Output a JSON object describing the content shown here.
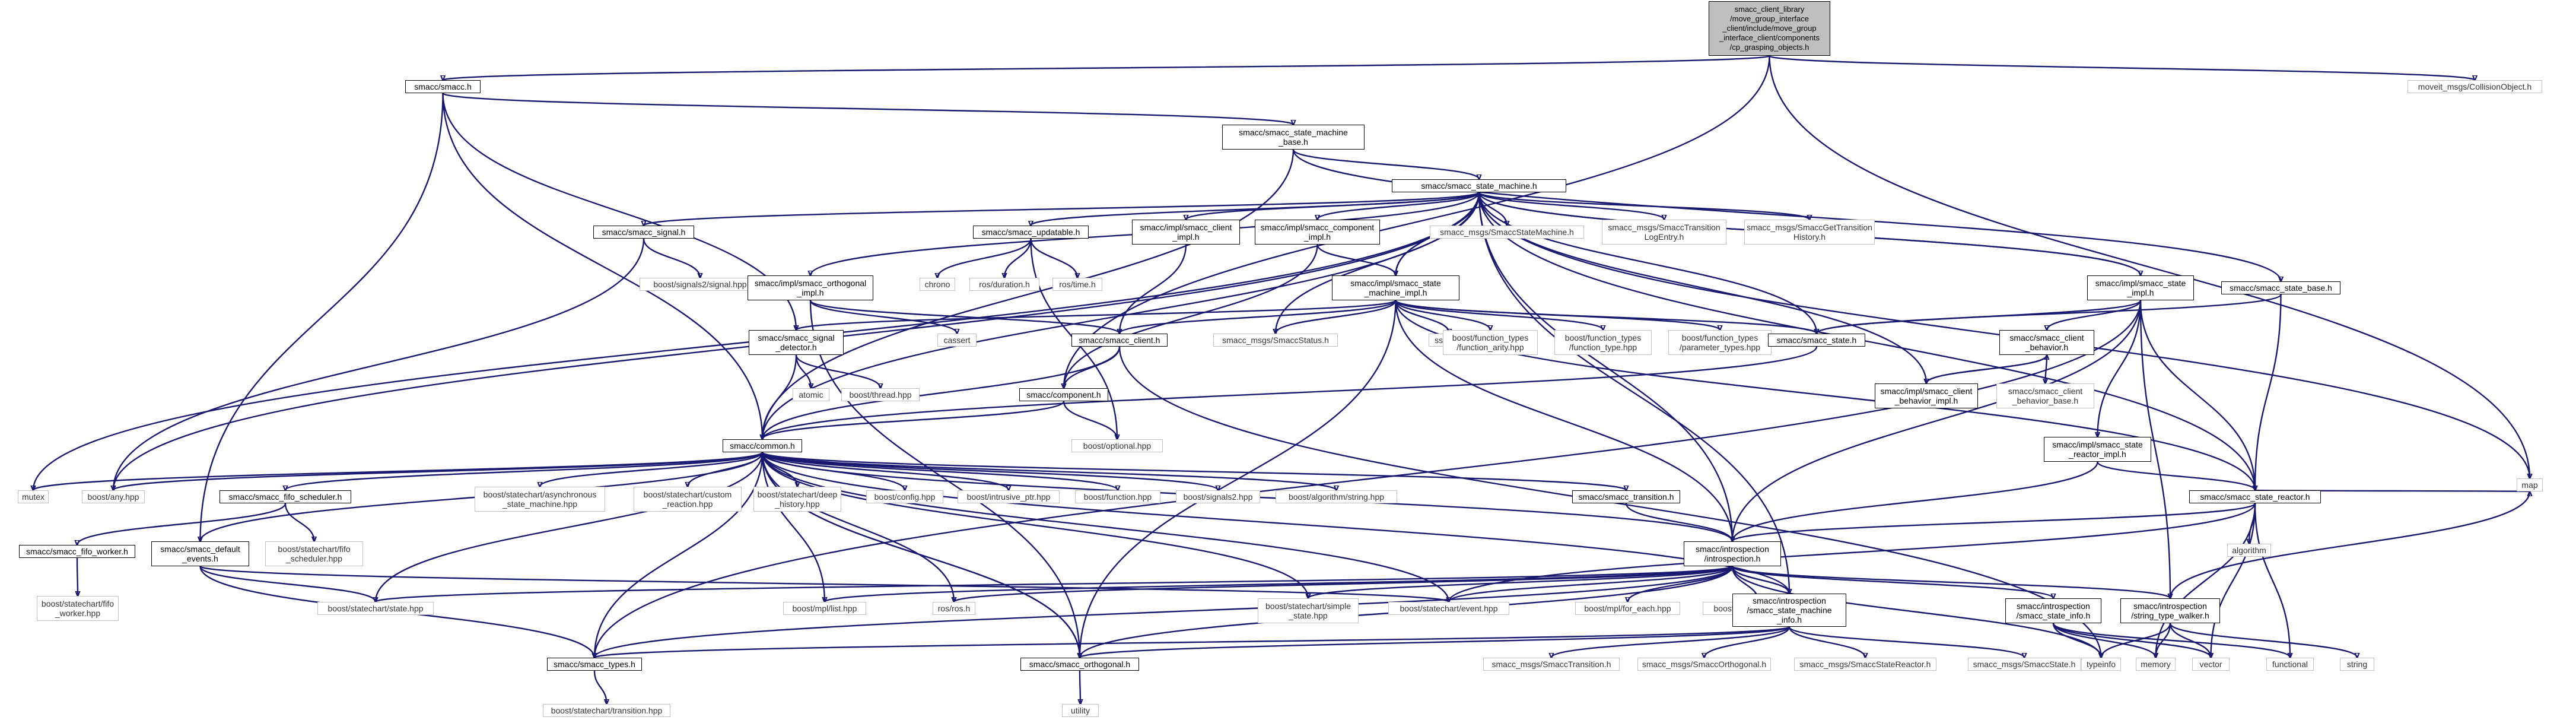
{
  "graph": {
    "colors": {
      "edge": "#191970",
      "node_border": "#000000",
      "external_border": "#bfbfbf",
      "root_fill": "#bfbfbf"
    },
    "nodes": [
      {
        "id": "root",
        "label": "smacc_client_library\n/move_group_interface\n_client/include/move_group\n_interface_client/components\n/cp_grasping_objects.h",
        "kind": "root"
      },
      {
        "id": "smacc",
        "label": "smacc/smacc.h",
        "kind": "doc"
      },
      {
        "id": "moveit",
        "label": "moveit_msgs/CollisionObject.h",
        "kind": "ext"
      },
      {
        "id": "map",
        "label": "map",
        "kind": "ext"
      },
      {
        "id": "smbase",
        "label": "smacc/smacc_state_machine\n_base.h",
        "kind": "doc"
      },
      {
        "id": "sm",
        "label": "smacc/smacc_state_machine.h",
        "kind": "doc"
      },
      {
        "id": "signal",
        "label": "smacc/smacc_signal.h",
        "kind": "doc"
      },
      {
        "id": "updatable",
        "label": "smacc/smacc_updatable.h",
        "kind": "doc"
      },
      {
        "id": "clientimpl",
        "label": "smacc/impl/smacc_client\n_impl.h",
        "kind": "doc"
      },
      {
        "id": "compimpl",
        "label": "smacc/impl/smacc_component\n_impl.h",
        "kind": "doc"
      },
      {
        "id": "smmsg",
        "label": "smacc_msgs/SmaccStateMachine.h",
        "kind": "ext"
      },
      {
        "id": "translog",
        "label": "smacc_msgs/SmaccTransition\nLogEntry.h",
        "kind": "ext"
      },
      {
        "id": "gethist",
        "label": "smacc_msgs/SmaccGetTransition\nHistory.h",
        "kind": "ext"
      },
      {
        "id": "bsig2",
        "label": "boost/signals2/signal.hpp",
        "kind": "ext"
      },
      {
        "id": "chrono",
        "label": "chrono",
        "kind": "ext"
      },
      {
        "id": "rosdur",
        "label": "ros/duration.h",
        "kind": "ext"
      },
      {
        "id": "rostime",
        "label": "ros/time.h",
        "kind": "ext"
      },
      {
        "id": "orthimpl",
        "label": "smacc/impl/smacc_orthogonal\n_impl.h",
        "kind": "doc"
      },
      {
        "id": "smimpl",
        "label": "smacc/impl/smacc_state\n_machine_impl.h",
        "kind": "doc"
      },
      {
        "id": "stimpl",
        "label": "smacc/impl/smacc_state\n_impl.h",
        "kind": "doc"
      },
      {
        "id": "stbase",
        "label": "smacc/smacc_state_base.h",
        "kind": "doc"
      },
      {
        "id": "cassert",
        "label": "cassert",
        "kind": "ext"
      },
      {
        "id": "sigdet",
        "label": "smacc/smacc_signal\n_detector.h",
        "kind": "doc"
      },
      {
        "id": "client",
        "label": "smacc/smacc_client.h",
        "kind": "doc"
      },
      {
        "id": "status",
        "label": "smacc_msgs/SmaccStatus.h",
        "kind": "ext"
      },
      {
        "id": "sstream",
        "label": "sstream",
        "kind": "ext"
      },
      {
        "id": "farity",
        "label": "boost/function_types\n/function_arity.hpp",
        "kind": "ext"
      },
      {
        "id": "ftype",
        "label": "boost/function_types\n/function_type.hpp",
        "kind": "ext"
      },
      {
        "id": "ptypes",
        "label": "boost/function_types\n/parameter_types.hpp",
        "kind": "ext"
      },
      {
        "id": "state",
        "label": "smacc/smacc_state.h",
        "kind": "doc"
      },
      {
        "id": "cbehavior",
        "label": "smacc/smacc_client\n_behavior.h",
        "kind": "doc"
      },
      {
        "id": "atomic",
        "label": "atomic",
        "kind": "ext"
      },
      {
        "id": "bthread",
        "label": "boost/thread.hpp",
        "kind": "ext"
      },
      {
        "id": "component",
        "label": "smacc/component.h",
        "kind": "doc"
      },
      {
        "id": "cbimpl",
        "label": "smacc/impl/smacc_client\n_behavior_impl.h",
        "kind": "doc"
      },
      {
        "id": "cbbase",
        "label": "smacc/smacc_client\n_behavior_base.h",
        "kind": "ext"
      },
      {
        "id": "boptional",
        "label": "boost/optional.hpp",
        "kind": "ext"
      },
      {
        "id": "common",
        "label": "smacc/common.h",
        "kind": "doc"
      },
      {
        "id": "srimpl",
        "label": "smacc/impl/smacc_state\n_reactor_impl.h",
        "kind": "doc"
      },
      {
        "id": "mutex",
        "label": "mutex",
        "kind": "ext"
      },
      {
        "id": "bany",
        "label": "boost/any.hpp",
        "kind": "ext"
      },
      {
        "id": "fifosched",
        "label": "smacc/smacc_fifo_scheduler.h",
        "kind": "doc"
      },
      {
        "id": "bsasync",
        "label": "boost/statechart/asynchronous\n_state_machine.hpp",
        "kind": "ext"
      },
      {
        "id": "bscustom",
        "label": "boost/statechart/custom\n_reaction.hpp",
        "kind": "ext"
      },
      {
        "id": "bsdeep",
        "label": "boost/statechart/deep\n_history.hpp",
        "kind": "ext"
      },
      {
        "id": "bconfig",
        "label": "boost/config.hpp",
        "kind": "ext"
      },
      {
        "id": "bintr",
        "label": "boost/intrusive_ptr.hpp",
        "kind": "ext"
      },
      {
        "id": "bfunc",
        "label": "boost/function.hpp",
        "kind": "ext"
      },
      {
        "id": "bsignals2",
        "label": "boost/signals2.hpp",
        "kind": "ext"
      },
      {
        "id": "balgo",
        "label": "boost/algorithm/string.hpp",
        "kind": "ext"
      },
      {
        "id": "transition",
        "label": "smacc/smacc_transition.h",
        "kind": "doc"
      },
      {
        "id": "reactor",
        "label": "smacc/smacc_state_reactor.h",
        "kind": "doc"
      },
      {
        "id": "fifoworker",
        "label": "smacc/smacc_fifo_worker.h",
        "kind": "doc"
      },
      {
        "id": "bsfifosched",
        "label": "boost/statechart/fifo\n_scheduler.hpp",
        "kind": "ext"
      },
      {
        "id": "defevents",
        "label": "smacc/smacc_default\n_events.h",
        "kind": "doc"
      },
      {
        "id": "introspection",
        "label": "smacc/introspection\n/introspection.h",
        "kind": "doc"
      },
      {
        "id": "algorithm",
        "label": "algorithm",
        "kind": "ext"
      },
      {
        "id": "bsfifoworker",
        "label": "boost/statechart/fifo\n_worker.hpp",
        "kind": "ext"
      },
      {
        "id": "bsstate",
        "label": "boost/statechart/state.hpp",
        "kind": "ext"
      },
      {
        "id": "bmpllist",
        "label": "boost/mpl/list.hpp",
        "kind": "ext"
      },
      {
        "id": "rosros",
        "label": "ros/ros.h",
        "kind": "ext"
      },
      {
        "id": "bssimple",
        "label": "boost/statechart/simple\n_state.hpp",
        "kind": "ext"
      },
      {
        "id": "bsevent",
        "label": "boost/statechart/event.hpp",
        "kind": "ext"
      },
      {
        "id": "bmplfe",
        "label": "boost/mpl/for_each.hpp",
        "kind": "ext"
      },
      {
        "id": "bmpltr",
        "label": "boost/mpl/transform.hpp",
        "kind": "ext"
      },
      {
        "id": "smiinfo",
        "label": "smacc/introspection\n/smacc_state_machine\n_info.h",
        "kind": "doc"
      },
      {
        "id": "stinfo",
        "label": "smacc/introspection\n/smacc_state_info.h",
        "kind": "doc"
      },
      {
        "id": "typewalker",
        "label": "smacc/introspection\n/string_type_walker.h",
        "kind": "doc"
      },
      {
        "id": "types",
        "label": "smacc/smacc_types.h",
        "kind": "doc"
      },
      {
        "id": "orthogonal",
        "label": "smacc/smacc_orthogonal.h",
        "kind": "doc"
      },
      {
        "id": "msgtrans",
        "label": "smacc_msgs/SmaccTransition.h",
        "kind": "ext"
      },
      {
        "id": "msgorth",
        "label": "smacc_msgs/SmaccOrthogonal.h",
        "kind": "ext"
      },
      {
        "id": "msgreact",
        "label": "smacc_msgs/SmaccStateReactor.h",
        "kind": "ext"
      },
      {
        "id": "msgstate",
        "label": "smacc_msgs/SmaccState.h",
        "kind": "ext"
      },
      {
        "id": "typeinfo",
        "label": "typeinfo",
        "kind": "ext"
      },
      {
        "id": "memory",
        "label": "memory",
        "kind": "ext"
      },
      {
        "id": "vector",
        "label": "vector",
        "kind": "ext"
      },
      {
        "id": "functional",
        "label": "functional",
        "kind": "ext"
      },
      {
        "id": "string",
        "label": "string",
        "kind": "ext"
      },
      {
        "id": "bstrans",
        "label": "boost/statechart/transition.hpp",
        "kind": "ext"
      },
      {
        "id": "utility",
        "label": "utility",
        "kind": "ext"
      }
    ],
    "edges": [
      [
        "root",
        "smacc"
      ],
      [
        "root",
        "moveit"
      ],
      [
        "root",
        "map"
      ],
      [
        "root",
        "component"
      ],
      [
        "smacc",
        "smbase"
      ],
      [
        "smacc",
        "common"
      ],
      [
        "smacc",
        "sigdet"
      ],
      [
        "smacc",
        "defevents"
      ],
      [
        "smbase",
        "sm"
      ],
      [
        "smbase",
        "common"
      ],
      [
        "smbase",
        "stbase"
      ],
      [
        "sm",
        "signal"
      ],
      [
        "sm",
        "updatable"
      ],
      [
        "sm",
        "clientimpl"
      ],
      [
        "sm",
        "compimpl"
      ],
      [
        "sm",
        "smmsg"
      ],
      [
        "sm",
        "translog"
      ],
      [
        "sm",
        "gethist"
      ],
      [
        "sm",
        "orthimpl"
      ],
      [
        "sm",
        "smimpl"
      ],
      [
        "sm",
        "stimpl"
      ],
      [
        "sm",
        "common"
      ],
      [
        "sm",
        "mutex"
      ],
      [
        "sm",
        "bany"
      ],
      [
        "sm",
        "status"
      ],
      [
        "sm",
        "state"
      ],
      [
        "sm",
        "introspection"
      ],
      [
        "sm",
        "smiinfo"
      ],
      [
        "sm",
        "reactor"
      ],
      [
        "sm",
        "map"
      ],
      [
        "sm",
        "cbimpl"
      ],
      [
        "signal",
        "bsig2"
      ],
      [
        "signal",
        "bany"
      ],
      [
        "updatable",
        "chrono"
      ],
      [
        "updatable",
        "rosdur"
      ],
      [
        "updatable",
        "rostime"
      ],
      [
        "updatable",
        "boptional"
      ],
      [
        "clientimpl",
        "client"
      ],
      [
        "compimpl",
        "component"
      ],
      [
        "compimpl",
        "smimpl"
      ],
      [
        "orthimpl",
        "cassert"
      ],
      [
        "orthimpl",
        "client"
      ],
      [
        "orthimpl",
        "orthogonal"
      ],
      [
        "smimpl",
        "sigdet"
      ],
      [
        "smimpl",
        "client"
      ],
      [
        "smimpl",
        "status"
      ],
      [
        "smimpl",
        "sstream"
      ],
      [
        "smimpl",
        "farity"
      ],
      [
        "smimpl",
        "ftype"
      ],
      [
        "smimpl",
        "ptypes"
      ],
      [
        "smimpl",
        "state"
      ],
      [
        "smimpl",
        "reactor"
      ],
      [
        "smimpl",
        "introspection"
      ],
      [
        "smimpl",
        "orthogonal"
      ],
      [
        "smimpl",
        "sm"
      ],
      [
        "stimpl",
        "state"
      ],
      [
        "stimpl",
        "cbehavior"
      ],
      [
        "stimpl",
        "introspection"
      ],
      [
        "stimpl",
        "reactor"
      ],
      [
        "stimpl",
        "typewalker"
      ],
      [
        "stimpl",
        "srimpl"
      ],
      [
        "stimpl",
        "sm"
      ],
      [
        "stimpl",
        "types"
      ],
      [
        "stbase",
        "state"
      ],
      [
        "stbase",
        "reactor"
      ],
      [
        "sigdet",
        "atomic"
      ],
      [
        "sigdet",
        "bthread"
      ],
      [
        "sigdet",
        "common"
      ],
      [
        "client",
        "component"
      ],
      [
        "client",
        "common"
      ],
      [
        "client",
        "typeinfo"
      ],
      [
        "state",
        "common"
      ],
      [
        "cbehavior",
        "cbimpl"
      ],
      [
        "cbehavior",
        "cbbase"
      ],
      [
        "cbimpl",
        "cbehavior"
      ],
      [
        "component",
        "boptional"
      ],
      [
        "component",
        "common"
      ],
      [
        "srimpl",
        "reactor"
      ],
      [
        "srimpl",
        "introspection"
      ],
      [
        "common",
        "mutex"
      ],
      [
        "common",
        "bany"
      ],
      [
        "common",
        "fifosched"
      ],
      [
        "common",
        "bsasync"
      ],
      [
        "common",
        "bscustom"
      ],
      [
        "common",
        "bsdeep"
      ],
      [
        "common",
        "bconfig"
      ],
      [
        "common",
        "bintr"
      ],
      [
        "common",
        "bfunc"
      ],
      [
        "common",
        "bsignals2"
      ],
      [
        "common",
        "balgo"
      ],
      [
        "common",
        "transition"
      ],
      [
        "common",
        "defevents"
      ],
      [
        "common",
        "introspection"
      ],
      [
        "common",
        "types"
      ],
      [
        "common",
        "bsstate"
      ],
      [
        "common",
        "bmpllist"
      ],
      [
        "common",
        "rosros"
      ],
      [
        "common",
        "bssimple"
      ],
      [
        "common",
        "bsevent"
      ],
      [
        "common",
        "orthogonal"
      ],
      [
        "fifosched",
        "fifoworker"
      ],
      [
        "fifosched",
        "bsfifosched"
      ],
      [
        "fifoworker",
        "bsfifoworker"
      ],
      [
        "defevents",
        "bsstate"
      ],
      [
        "defevents",
        "bsevent"
      ],
      [
        "defevents",
        "types"
      ],
      [
        "transition",
        "introspection"
      ],
      [
        "reactor",
        "algorithm"
      ],
      [
        "reactor",
        "introspection"
      ],
      [
        "reactor",
        "bsevent"
      ],
      [
        "reactor",
        "memory"
      ],
      [
        "reactor",
        "vector"
      ],
      [
        "reactor",
        "functional"
      ],
      [
        "reactor",
        "map"
      ],
      [
        "introspection",
        "bsstate"
      ],
      [
        "introspection",
        "bmpllist"
      ],
      [
        "introspection",
        "rosros"
      ],
      [
        "introspection",
        "bssimple"
      ],
      [
        "introspection",
        "bsevent"
      ],
      [
        "introspection",
        "bmplfe"
      ],
      [
        "introspection",
        "bmpltr"
      ],
      [
        "introspection",
        "smiinfo"
      ],
      [
        "introspection",
        "stinfo"
      ],
      [
        "introspection",
        "typewalker"
      ],
      [
        "introspection",
        "types"
      ],
      [
        "introspection",
        "orthogonal"
      ],
      [
        "introspection",
        "typeinfo"
      ],
      [
        "smiinfo",
        "types"
      ],
      [
        "smiinfo",
        "orthogonal"
      ],
      [
        "smiinfo",
        "msgtrans"
      ],
      [
        "smiinfo",
        "msgorth"
      ],
      [
        "smiinfo",
        "msgreact"
      ],
      [
        "smiinfo",
        "msgstate"
      ],
      [
        "smiinfo",
        "introspection"
      ],
      [
        "smiinfo",
        "common"
      ],
      [
        "stinfo",
        "memory"
      ],
      [
        "stinfo",
        "vector"
      ],
      [
        "stinfo",
        "typeinfo"
      ],
      [
        "stinfo",
        "functional"
      ],
      [
        "typewalker",
        "typeinfo"
      ],
      [
        "typewalker",
        "memory"
      ],
      [
        "typewalker",
        "vector"
      ],
      [
        "typewalker",
        "string"
      ],
      [
        "typewalker",
        "map"
      ],
      [
        "types",
        "bstrans"
      ],
      [
        "orthogonal",
        "utility"
      ],
      [
        "orthogonal",
        "common"
      ]
    ]
  }
}
